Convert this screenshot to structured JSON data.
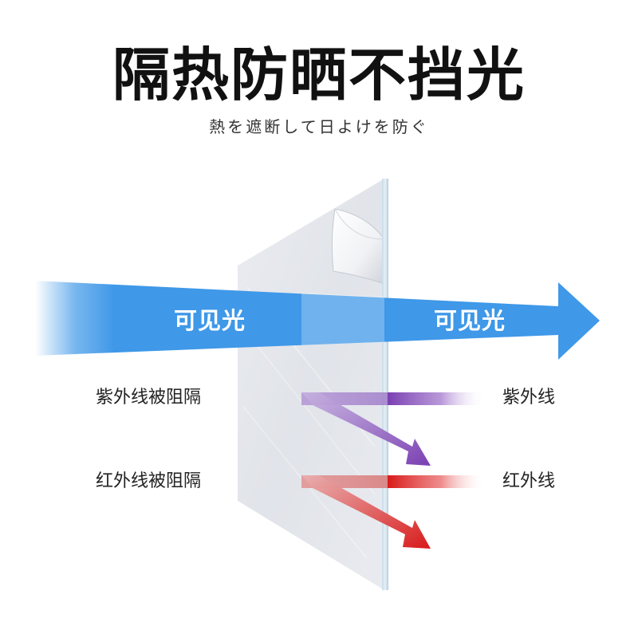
{
  "title": "隔热防晒不挡光",
  "subtitle": "熱を遮断して日よけを防ぐ",
  "visible_light": {
    "label_left": "可见光",
    "label_right": "可见光",
    "color": "#3f98e8"
  },
  "uv": {
    "blocked_label": "紫外线被阻隔",
    "label": "紫外线",
    "color": "#7a3fb2"
  },
  "ir": {
    "blocked_label": "红外线被阻隔",
    "label": "红外线",
    "color": "#d81a1a"
  }
}
